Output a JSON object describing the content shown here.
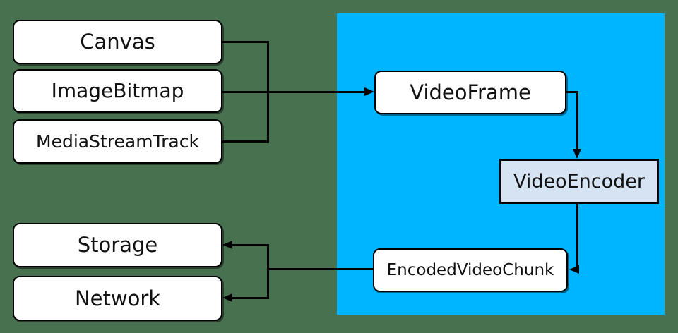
{
  "diagram": {
    "kind": "flow-diagram",
    "nodes": {
      "canvas": {
        "label": "Canvas"
      },
      "image_bitmap": {
        "label": "ImageBitmap"
      },
      "media_stream_track": {
        "label": "MediaStreamTrack"
      },
      "video_frame": {
        "label": "VideoFrame"
      },
      "video_encoder": {
        "label": "VideoEncoder"
      },
      "encoded_video_chunk": {
        "label": "EncodedVideoChunk"
      },
      "storage": {
        "label": "Storage"
      },
      "network": {
        "label": "Network"
      }
    },
    "edges": [
      {
        "from": "Canvas",
        "to": "VideoFrame",
        "via": "junction"
      },
      {
        "from": "ImageBitmap",
        "to": "VideoFrame",
        "via": "junction"
      },
      {
        "from": "MediaStreamTrack",
        "to": "VideoFrame",
        "via": "junction"
      },
      {
        "from": "VideoFrame",
        "to": "VideoEncoder"
      },
      {
        "from": "VideoEncoder",
        "to": "EncodedVideoChunk"
      },
      {
        "from": "EncodedVideoChunk",
        "to": "Storage",
        "via": "junction"
      },
      {
        "from": "EncodedVideoChunk",
        "to": "Network",
        "via": "junction"
      }
    ],
    "colors": {
      "background": "#48714F",
      "highlight_region": "#00B5FF",
      "node_fill": "#FFFFFF",
      "encoder_node_fill": "#D5E3F3",
      "border_and_lines": "#000000"
    }
  }
}
